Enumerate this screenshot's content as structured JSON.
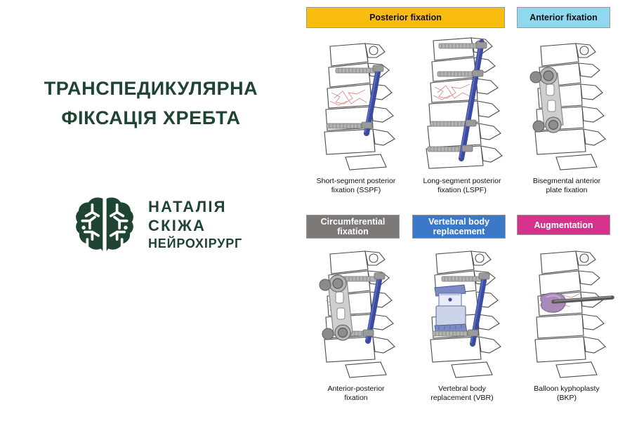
{
  "branding": {
    "title_lines": [
      "ТРАНСПЕДИКУЛЯРНА",
      "ФІКСАЦІЯ ХРЕБТА"
    ],
    "title_color": "#1f4432",
    "logo": {
      "icon": "brain-icon",
      "name_line1": "НАТАЛІЯ",
      "name_line2": "СКІЖА",
      "role": "НЕЙРОХІРУРГ",
      "color": "#1f4432"
    }
  },
  "diagram": {
    "headers": [
      {
        "id": "posterior",
        "label": "Posterior fixation",
        "bg": "#fbbc10",
        "text_color": "#111111"
      },
      {
        "id": "anterior",
        "label": "Anterior fixation",
        "bg": "#8fd8f0",
        "text_color": "#111111"
      },
      {
        "id": "circumferential",
        "label": "Circumferential fixation",
        "bg": "#7c7977",
        "text_color": "#ffffff"
      },
      {
        "id": "vbr",
        "label": "Vertebral body replacement",
        "bg": "#3c78c8",
        "text_color": "#ffffff"
      },
      {
        "id": "augmentation",
        "label": "Augmentation",
        "bg": "#d6328c",
        "text_color": "#ffffff"
      }
    ],
    "header_labels": {
      "posterior": "Posterior fixation",
      "anterior": "Anterior fixation",
      "circumferential_l1": "Circumferential",
      "circumferential_l2": "fixation",
      "vbr_l1": "Vertebral body",
      "vbr_l2": "replacement",
      "augmentation": "Augmentation"
    },
    "cells": [
      {
        "id": "sspf",
        "caption_line1": "Short-segment posterior",
        "caption_line2": "fixation  (SSPF)",
        "illustration": "lateral-spine-with-posterior-rod-2-screws",
        "screw_count": 2,
        "rod_color": "#3b4ca0",
        "fracture_marked": true
      },
      {
        "id": "lspf",
        "caption_line1": "Long-segment posterior",
        "caption_line2": "fixation  (LSPF)",
        "illustration": "lateral-spine-with-posterior-rod-4-screws",
        "screw_count": 4,
        "rod_color": "#3b4ca0",
        "fracture_marked": true
      },
      {
        "id": "bisegmental-anterior-plate",
        "caption_line1": "Bisegmental anterior",
        "caption_line2": "plate fixation",
        "illustration": "lateral-spine-with-anterior-plate",
        "screw_count": 2,
        "plate_color": "#b9b9b9",
        "fracture_marked": true
      },
      {
        "id": "anterior-posterior",
        "caption_line1": "Anterior-posterior",
        "caption_line2": "fixation",
        "illustration": "lateral-spine-with-anterior-plate-and-posterior-rod",
        "screw_count": 4,
        "rod_color": "#3b4ca0",
        "plate_color": "#b9b9b9",
        "fracture_marked": true
      },
      {
        "id": "vbr",
        "caption_line1": "Vertebral body",
        "caption_line2": "replacement (VBR)",
        "illustration": "lateral-spine-with-cage-implant-and-posterior-rod",
        "screw_count": 2,
        "rod_color": "#3b4ca0",
        "cage_color": "#c7d2e8",
        "fracture_marked": false
      },
      {
        "id": "bkp",
        "caption_line1": "Balloon kyphoplasty",
        "caption_line2": "(BKP)",
        "illustration": "lateral-spine-with-balloon-and-cannula",
        "balloon_color": "#a98ab8",
        "cannula_color": "#6b6b6b",
        "fracture_marked": true
      }
    ],
    "style": {
      "bone_outline": "#4a4a4a",
      "fracture_line": "#d98c8c",
      "screw_body": "#a9a9a9",
      "background": "#ffffff"
    }
  }
}
